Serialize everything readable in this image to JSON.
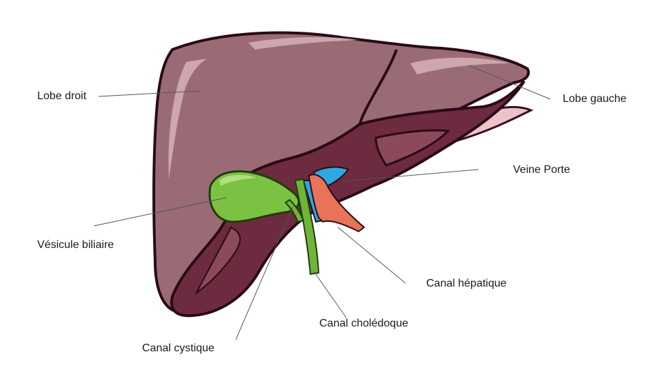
{
  "labels": {
    "lobe_droit": "Lobe droit",
    "lobe_gauche": "Lobe gauche",
    "veine_porte": "Veine Porte",
    "vesicule_biliaire": "Vésicule biliaire",
    "canal_hepatique": "Canal hépatique",
    "canal_choledoque": "Canal cholédoque",
    "canal_cystique": "Canal cystique"
  },
  "colors": {
    "liver": "#9b6b75",
    "liver_dark": "#6d2b3f",
    "liver_darkest": "#4a1628",
    "highlight": "#c9a2a9",
    "gallbladder": "#7cc242",
    "duct": "#6fb53a",
    "portal_vein": "#e8735a",
    "hepatic_blue": "#2fa8e0",
    "tip_pink": "#ecc4c8",
    "leader_line": "#555555"
  }
}
